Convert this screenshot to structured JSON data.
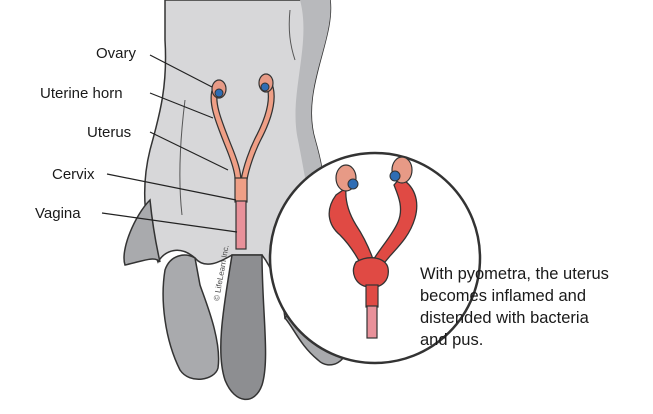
{
  "labels": {
    "ovary": "Ovary",
    "uterine_horn": "Uterine horn",
    "uterus": "Uterus",
    "cervix": "Cervix",
    "vagina": "Vagina"
  },
  "caption": "With pyometra, the uterus\nbecomes inflamed and\ndistended with bacteria\nand pus.",
  "copyright": "© LifeLearn Inc.",
  "colors": {
    "body_fill": "#d7d7d9",
    "body_shadow": "#a9aaad",
    "tail": "#8d8e91",
    "uterus_normal": "#ef9f86",
    "uterus_inflamed": "#e04a44",
    "cervix": "#e8919a",
    "ovary": "#e79a86",
    "ovary_core": "#2f6db4",
    "outline": "#333333"
  }
}
